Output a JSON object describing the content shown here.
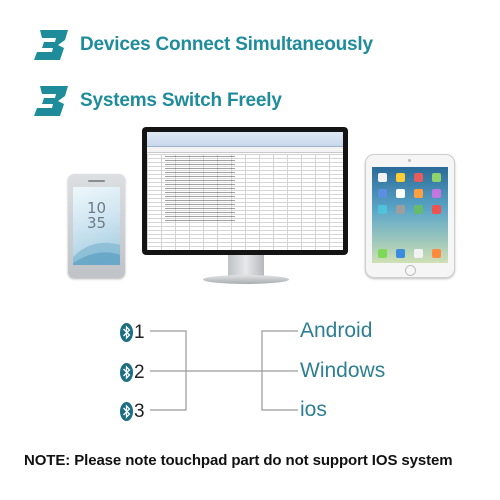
{
  "headlines": {
    "devices": {
      "number": "3",
      "text": "Devices Connect Simultaneously"
    },
    "systems": {
      "number": "3",
      "text": "Systems Switch Freely"
    }
  },
  "phone": {
    "clock_hour": "10",
    "clock_minute": "35"
  },
  "bluetooth_channels": [
    {
      "icon": "bluetooth-icon",
      "number": "1"
    },
    {
      "icon": "bluetooth-icon",
      "number": "2"
    },
    {
      "icon": "bluetooth-icon",
      "number": "3"
    }
  ],
  "systems": [
    "Android",
    "Windows",
    "ios"
  ],
  "note": "NOTE: Please note touchpad part do not support IOS system",
  "colors": {
    "accent": "#1f8c9c",
    "label": "#2e7f91",
    "bluetooth": "#1d6e80"
  }
}
